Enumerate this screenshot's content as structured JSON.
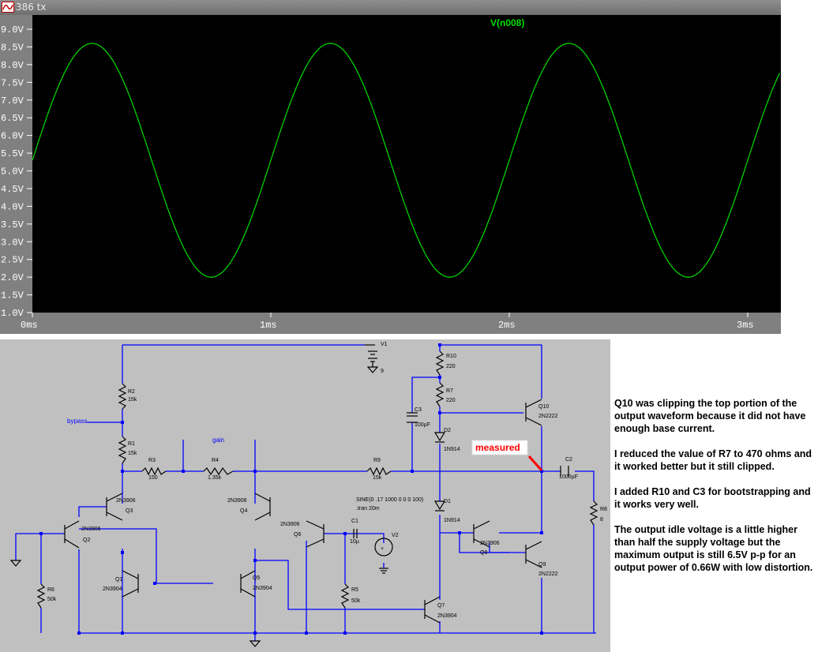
{
  "window": {
    "title": "386 tx"
  },
  "plot": {
    "trace_label": "V(n008)",
    "y_ticks": [
      "9.0V",
      "8.5V",
      "8.0V",
      "7.5V",
      "7.0V",
      "6.5V",
      "6.0V",
      "5.5V",
      "5.0V",
      "4.5V",
      "4.0V",
      "3.5V",
      "3.0V",
      "2.5V",
      "2.0V",
      "1.5V",
      "1.0V"
    ],
    "x_ticks": [
      "0ms",
      "1ms",
      "2ms",
      "3ms"
    ],
    "colors": {
      "background": "#000000",
      "trace": "#00e000",
      "axis_text": "#ffffff"
    }
  },
  "chart_data": {
    "type": "line",
    "title": "",
    "xlabel": "",
    "ylabel": "",
    "xlim": [
      0,
      3.15
    ],
    "ylim": [
      1.0,
      9.0
    ],
    "x_unit": "ms",
    "y_unit": "V",
    "series": [
      {
        "name": "V(n008)",
        "offset": 5.3,
        "amplitude": 3.3,
        "frequency_khz": 1.0,
        "x": [
          0,
          0.25,
          0.5,
          0.75,
          1.0,
          1.25,
          1.5,
          1.75,
          2.0,
          2.25,
          2.5,
          2.75,
          3.0,
          3.15
        ],
        "y": [
          5.3,
          8.6,
          5.3,
          2.0,
          5.3,
          8.6,
          5.3,
          2.0,
          5.3,
          8.6,
          5.3,
          2.0,
          5.3,
          7.7
        ]
      }
    ]
  },
  "schematic": {
    "labels": {
      "bypass": "bypass",
      "gain": "gain",
      "measured": "measured",
      "r1": "R1",
      "r1v": "15k",
      "r2": "R2",
      "r2v": "15k",
      "r3": "R3",
      "r3v": "150",
      "r4": "R4",
      "r4v": "1.35k",
      "r5": "R5",
      "r5v": "50k",
      "r6": "R6",
      "r6v": "50k",
      "r7": "R7",
      "r7v": "220",
      "r8": "R8",
      "r8v": "8",
      "r9": "R9",
      "r9v": "15k",
      "r10": "R10",
      "r10v": "220",
      "c1": "C1",
      "c1v": "10µ",
      "c2": "C2",
      "c2v": "1000µF",
      "c3": "C3",
      "c3v": "100µF",
      "d1": "D1",
      "d1v": "1N914",
      "d2": "D2",
      "d2v": "1N914",
      "v1": "V1",
      "v1v": "9",
      "v2": "V2",
      "q1": "Q1",
      "q1v": "2N3904",
      "q2": "Q2",
      "q2v": "2N3906",
      "q3": "Q3",
      "q3v": "2N3906",
      "q4": "Q4",
      "q4v": "2N3906",
      "q5": "Q5",
      "q5v": "2N3904",
      "q6": "Q6",
      "q6v": "2N3906",
      "q7": "Q7",
      "q7v": "2N3904",
      "q8": "Q8",
      "q8v": "2N3906",
      "q9": "Q9",
      "q9v": "2N2222",
      "q10": "Q10",
      "q10v": "2N2222",
      "sine": "SINE(0 .17 1000 0 0 0 100)",
      "tran": ".tran 20m"
    },
    "colors": {
      "background": "#c0c0c0",
      "wire": "#0000ff",
      "highlight": "#ff0000"
    }
  },
  "notes": [
    "Q10 was clipping the top portion of the output waveform because it did not have enough base current.",
    "I reduced the value of R7 to 470 ohms and it worked better but it still clipped.",
    "I added R10 and C3 for bootstrapping and it works very well.",
    "The output idle voltage is a little higher than half the supply voltage but the maximum output is still 6.5V p-p for an output power of 0.66W with low distortion."
  ]
}
